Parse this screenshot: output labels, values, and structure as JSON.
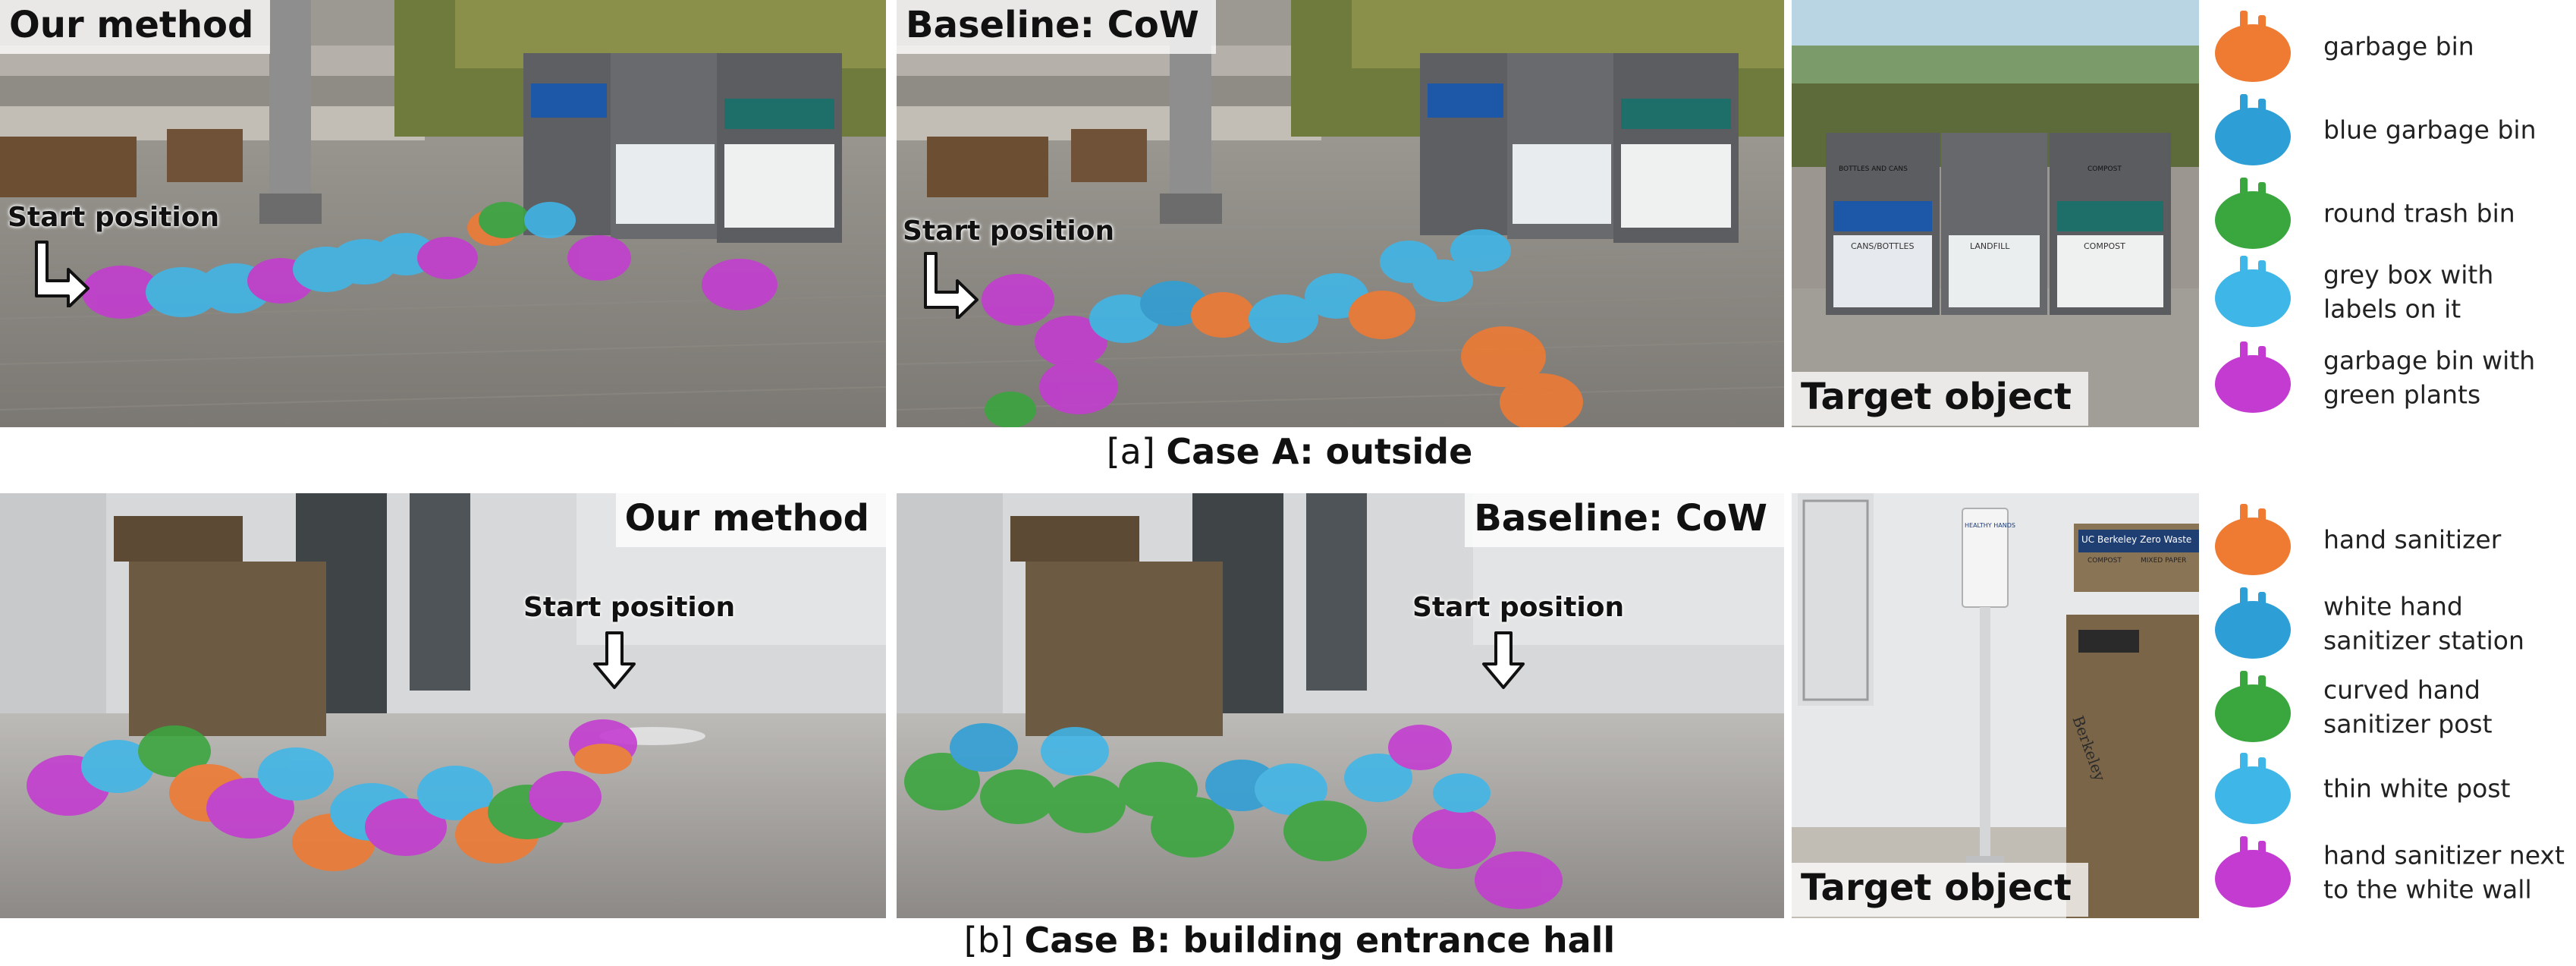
{
  "case_a": {
    "caption_tag": "[a]",
    "caption_title": "Case A: outside",
    "panel1_label": "Our method",
    "panel2_label": "Baseline: CoW",
    "target_label": "Target object",
    "start_label": "Start position",
    "target_scene_text": {
      "bin1_top": "BOTTLES AND CANS",
      "bin1_main": "CANS/BOTTLES",
      "bin2_main": "LANDFILL",
      "bin3_top": "COMPOST",
      "bin3_main": "COMPOST"
    },
    "legend": [
      {
        "label": "garbage bin",
        "color": "#ef7a32"
      },
      {
        "label": "blue garbage bin",
        "color": "#2e9fd6"
      },
      {
        "label": "round trash bin",
        "color": "#3aa63e"
      },
      {
        "label": "grey box with labels on it",
        "color": "#3fb6e8"
      },
      {
        "label": "garbage bin with green plants",
        "color": "#c43bd1"
      }
    ]
  },
  "case_b": {
    "caption_tag": "[b]",
    "caption_title": "Case B: building entrance hall",
    "panel1_label": "Our method",
    "panel2_label": "Baseline: CoW",
    "target_label": "Target object",
    "start_label": "Start position",
    "target_scene_text": {
      "dispenser": "HEALTHY HANDS",
      "sign_main": "UC Berkeley Zero Waste",
      "sign_left": "COMPOST",
      "sign_right": "MIXED PAPER",
      "bin_logo": "Berkeley"
    },
    "legend": [
      {
        "label": "hand sanitizer",
        "color": "#ef7a32"
      },
      {
        "label": "white hand sanitizer station",
        "color": "#2e9fd6"
      },
      {
        "label": "curved hand sanitizer post",
        "color": "#3aa63e"
      },
      {
        "label": "thin white post",
        "color": "#3fb6e8"
      },
      {
        "label": "hand sanitizer next to the white wall",
        "color": "#c43bd1"
      }
    ]
  },
  "colors": {
    "orange": "#ef7a32",
    "blue": "#2e9fd6",
    "green": "#3aa63e",
    "cyan": "#3fb6e8",
    "magenta": "#c43bd1"
  }
}
